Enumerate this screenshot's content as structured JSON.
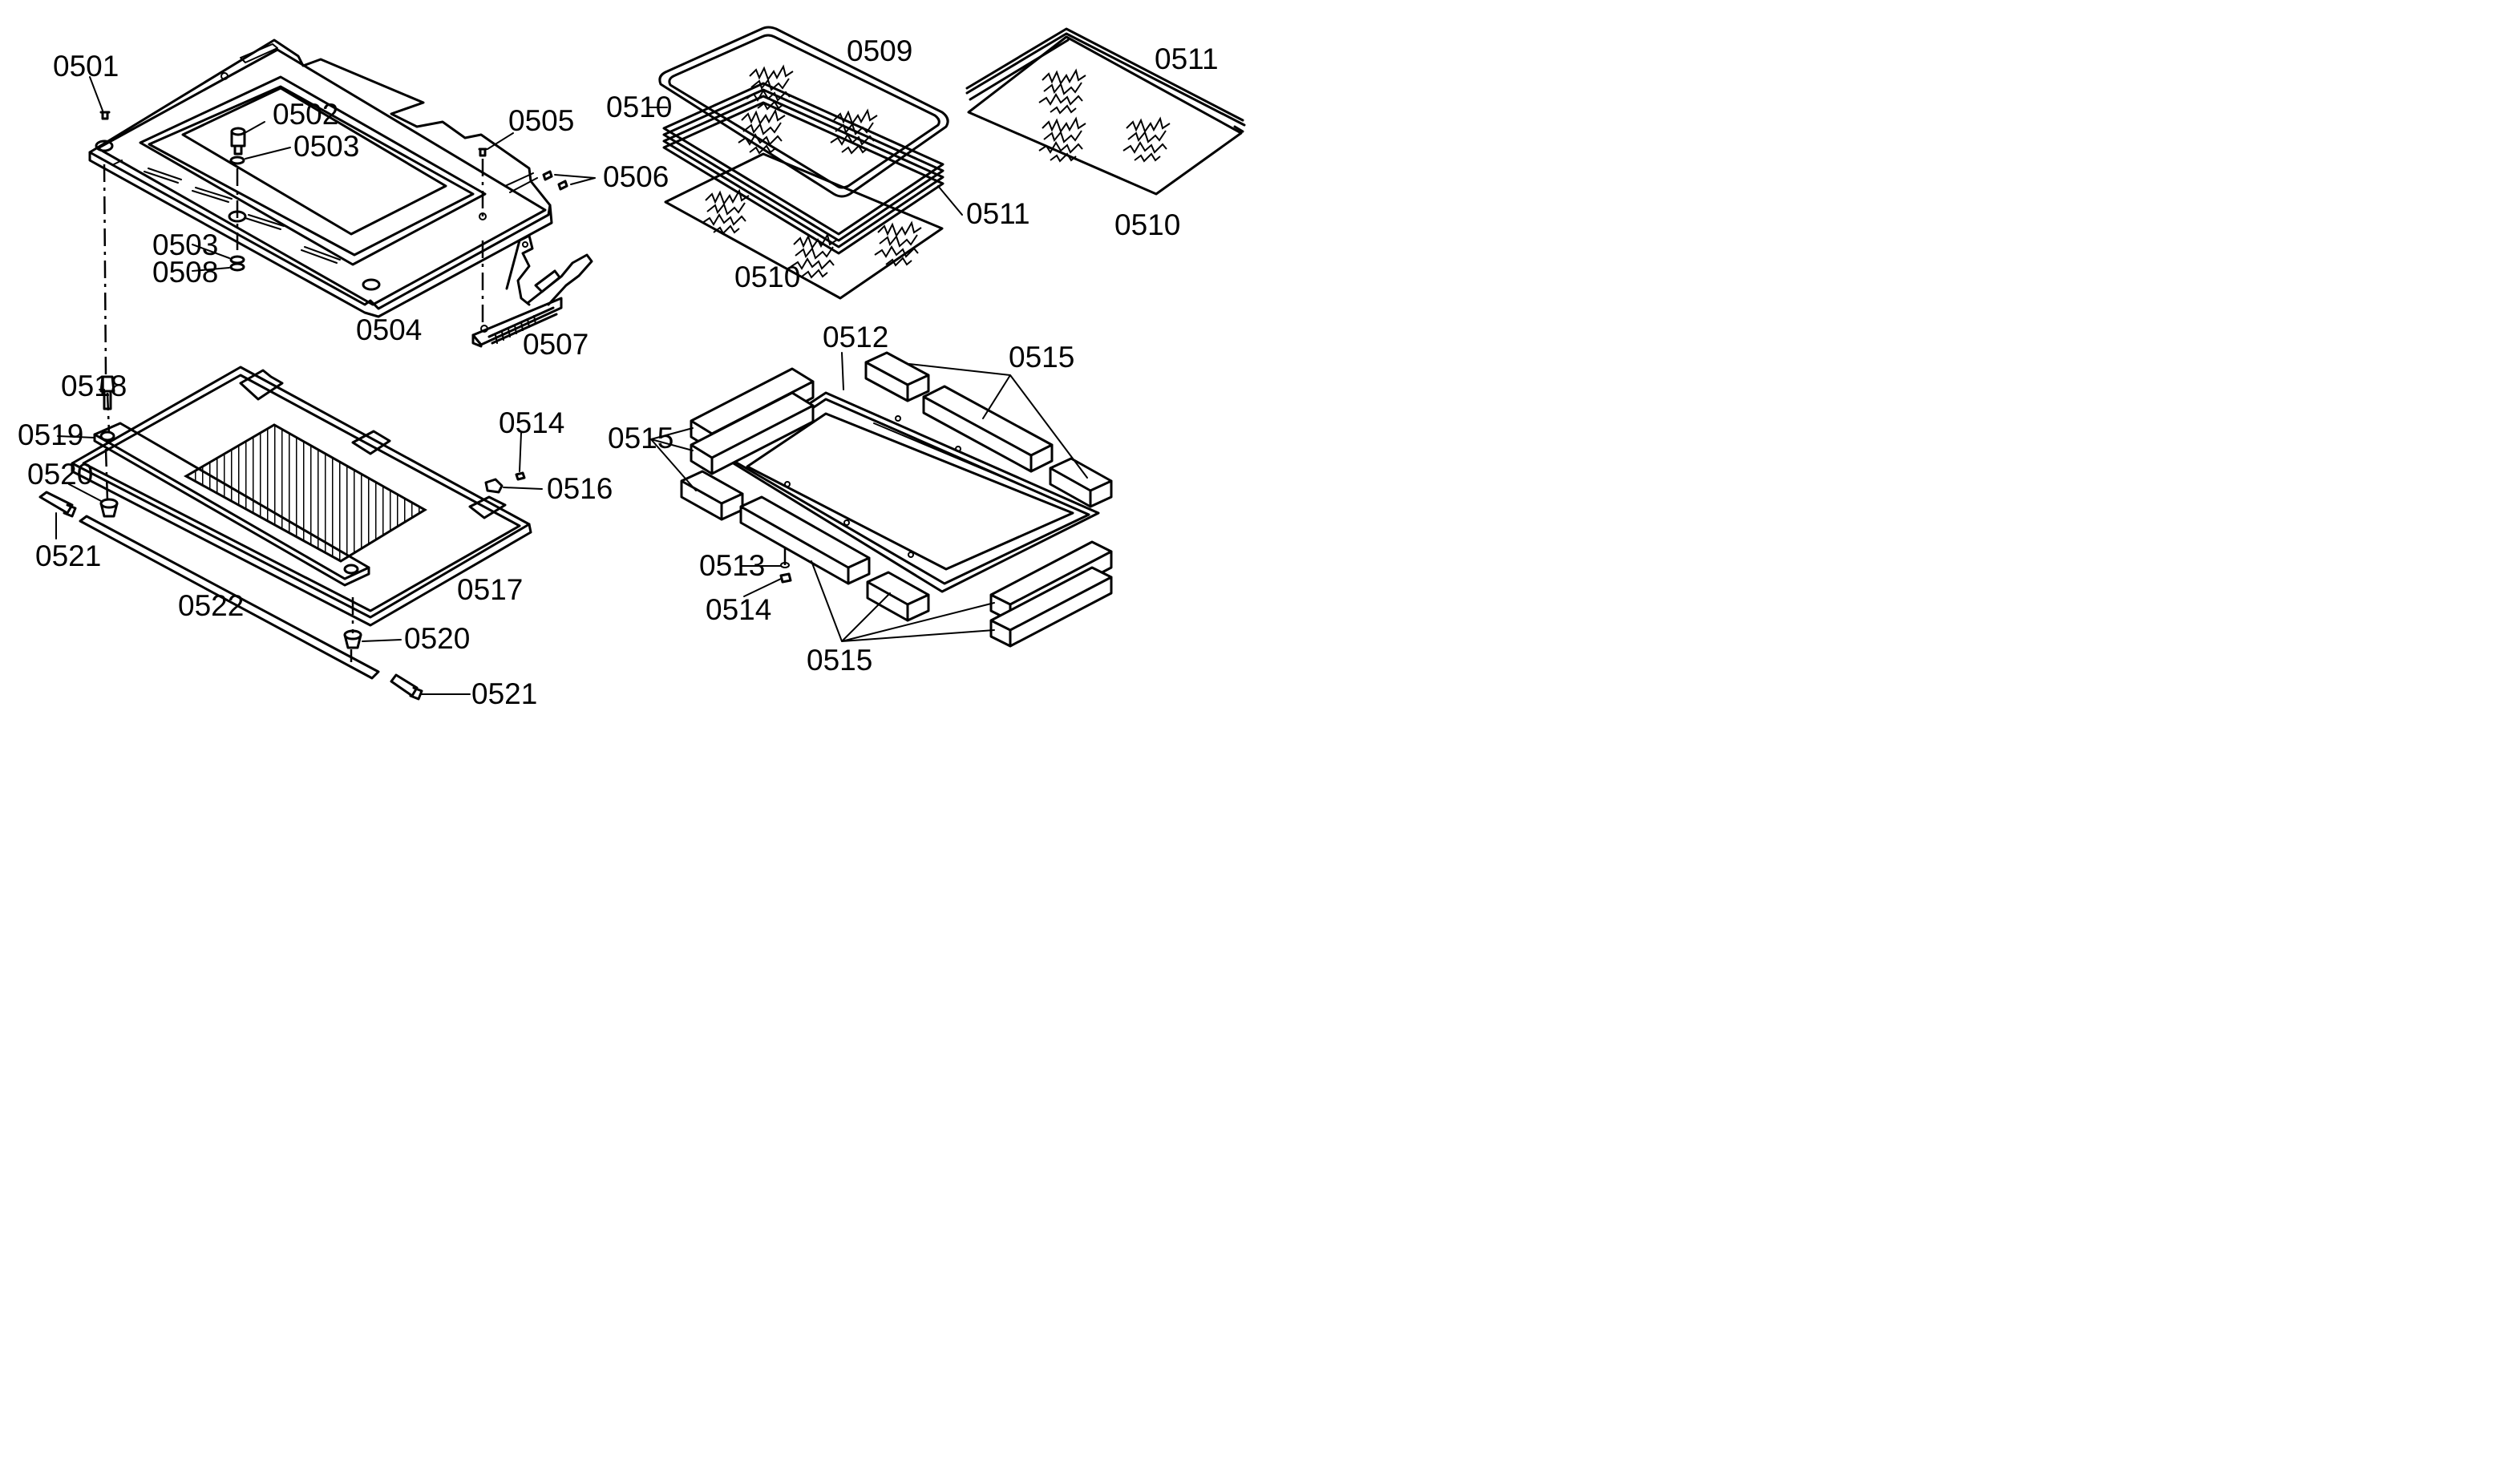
{
  "labels": {
    "p0501": "0501",
    "p0502": "0502",
    "p0503a": "0503",
    "p0503b": "0503",
    "p0504": "0504",
    "p0505": "0505",
    "p0506": "0506",
    "p0507": "0507",
    "p0508": "0508",
    "p0509": "0509",
    "p0510a": "0510",
    "p0510b": "0510",
    "p0510c": "0510",
    "p0511a": "0511",
    "p0511b": "0511",
    "p0512": "0512",
    "p0513": "0513",
    "p0514a": "0514",
    "p0514b": "0514",
    "p0515a": "0515",
    "p0515b": "0515",
    "p0515c": "0515",
    "p0516": "0516",
    "p0517": "0517",
    "p0518": "0518",
    "p0519": "0519",
    "p0520a": "0520",
    "p0520b": "0520",
    "p0521a": "0521",
    "p0521b": "0521",
    "p0522": "0522"
  },
  "colors": {
    "ink": "#000000",
    "paper": "#ffffff"
  }
}
